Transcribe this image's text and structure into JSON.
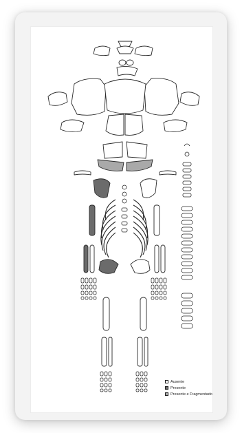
{
  "colors": {
    "background": "#ffffff",
    "outline": "#2a2a2a",
    "absent": "#ffffff",
    "present": "#6b6b6b",
    "present_fragmented": "#a9a9a9"
  },
  "legend": {
    "absent": "Ausente",
    "present": "Presente",
    "present_fragmented": "Presente e Fragmentado"
  }
}
